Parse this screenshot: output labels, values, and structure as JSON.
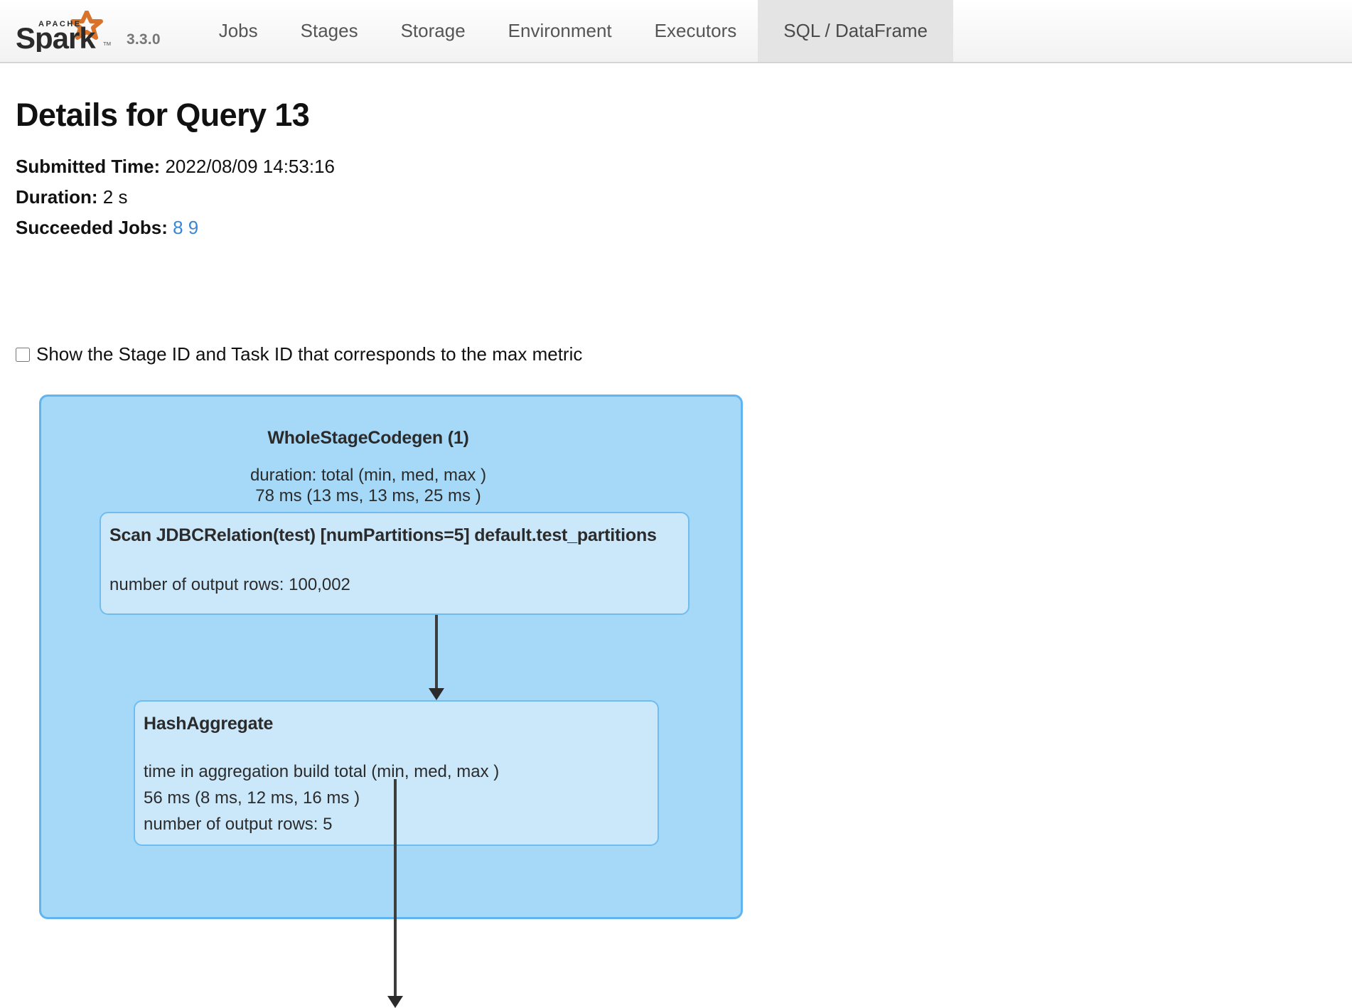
{
  "navbar": {
    "logo_alt": "Apache Spark",
    "version": "3.3.0",
    "tabs": [
      {
        "label": "Jobs",
        "active": false
      },
      {
        "label": "Stages",
        "active": false
      },
      {
        "label": "Storage",
        "active": false
      },
      {
        "label": "Environment",
        "active": false
      },
      {
        "label": "Executors",
        "active": false
      },
      {
        "label": "SQL / DataFrame",
        "active": true
      }
    ]
  },
  "page": {
    "title": "Details for Query 13",
    "submitted_time_label": "Submitted Time:",
    "submitted_time_value": "2022/08/09 14:53:16",
    "duration_label": "Duration:",
    "duration_value": "2 s",
    "succeeded_jobs_label": "Succeeded Jobs:",
    "succeeded_jobs": [
      "8",
      "9"
    ],
    "checkbox_label": "Show the Stage ID and Task ID that corresponds to the max metric",
    "checkbox_checked": false
  },
  "plan": {
    "stage": {
      "title": "WholeStageCodegen (1)",
      "metrics": "duration: total (min, med, max )\n78 ms (13 ms, 13 ms, 25 ms )"
    },
    "nodes": [
      {
        "id": "scan",
        "title": "Scan JDBCRelation(test) [numPartitions=5] default.test_partitions",
        "metrics": "number of output rows: 100,002"
      },
      {
        "id": "hashaggregate",
        "title": "HashAggregate",
        "metrics": "time in aggregation build total (min, med, max )\n56 ms (8 ms, 12 ms, 16 ms )\nnumber of output rows: 5"
      }
    ],
    "edges": [
      {
        "from": "scan",
        "to": "hashaggregate"
      },
      {
        "from": "hashaggregate",
        "to": "next"
      }
    ]
  },
  "colors": {
    "stage_fill": "#a6d8f8",
    "stage_border": "#60b4ef",
    "node_fill": "#cbe8fb",
    "node_border": "#6fbdf0",
    "link": "#3a86d6",
    "arrow": "#3d3d3d",
    "navbar_active_tab": "#e4e4e4"
  }
}
